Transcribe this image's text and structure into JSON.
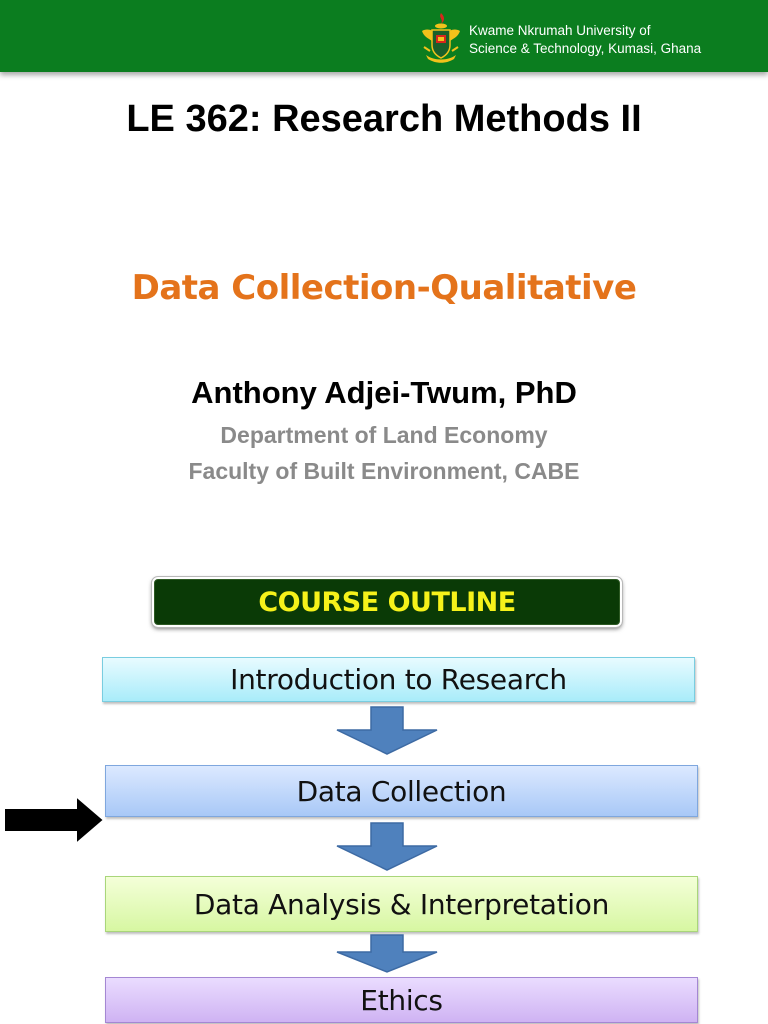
{
  "header": {
    "university_line1": "Kwame Nkrumah University of",
    "university_line2": "Science & Technology, Kumasi, Ghana",
    "crest_icon": "university-crest-icon",
    "bar_color": "#0b7d1f"
  },
  "slide": {
    "course_title": "LE 362: Research Methods II",
    "topic_title": "Data Collection-Qualitative",
    "topic_color": "#e4731b",
    "author": "Anthony Adjei-Twum, PhD",
    "department": "Department of Land Economy",
    "faculty": "Faculty of Built Environment, CABE"
  },
  "outline": {
    "banner_label": "COURSE OUTLINE",
    "banner_color": "#0a3a06",
    "banner_text_color": "#f6f21a",
    "steps": [
      {
        "label": "Introduction to Research",
        "color": "#a9ecfa"
      },
      {
        "label": "Data Collection",
        "color": "#a8c8f7",
        "current": true
      },
      {
        "label": "Data Analysis & Interpretation",
        "color": "#d7f7a2"
      },
      {
        "label": "Ethics",
        "color": "#cfb3f3"
      }
    ],
    "flow_arrow_color": "#4f81bd",
    "current_marker_icon": "right-arrow-icon"
  }
}
